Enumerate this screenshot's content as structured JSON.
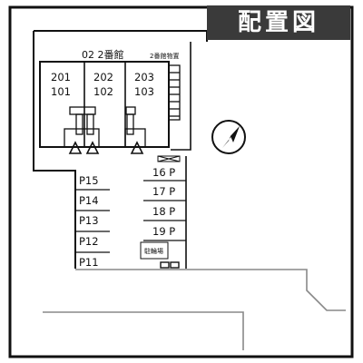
{
  "title": "配置図",
  "building": {
    "label": "02 2番館",
    "storage_label": "2番館物置",
    "units": [
      {
        "upper": "201",
        "lower": "101"
      },
      {
        "upper": "202",
        "lower": "102"
      },
      {
        "upper": "203",
        "lower": "103"
      }
    ]
  },
  "parking_left": [
    "P15",
    "P14",
    "P13",
    "P12",
    "P11"
  ],
  "parking_right": [
    "16 P",
    "17 P",
    "18 P",
    "19 P"
  ],
  "bicycle_label": "駐輪場",
  "icons": {
    "compass": "north-arrow-icon",
    "entrance": "entrance-triangle-icon",
    "storage": "storage-grid-icon"
  },
  "colors": {
    "line": "#111111",
    "title_bg": "#3a3a3a",
    "title_text": "#ffffff",
    "road": "#888888"
  }
}
